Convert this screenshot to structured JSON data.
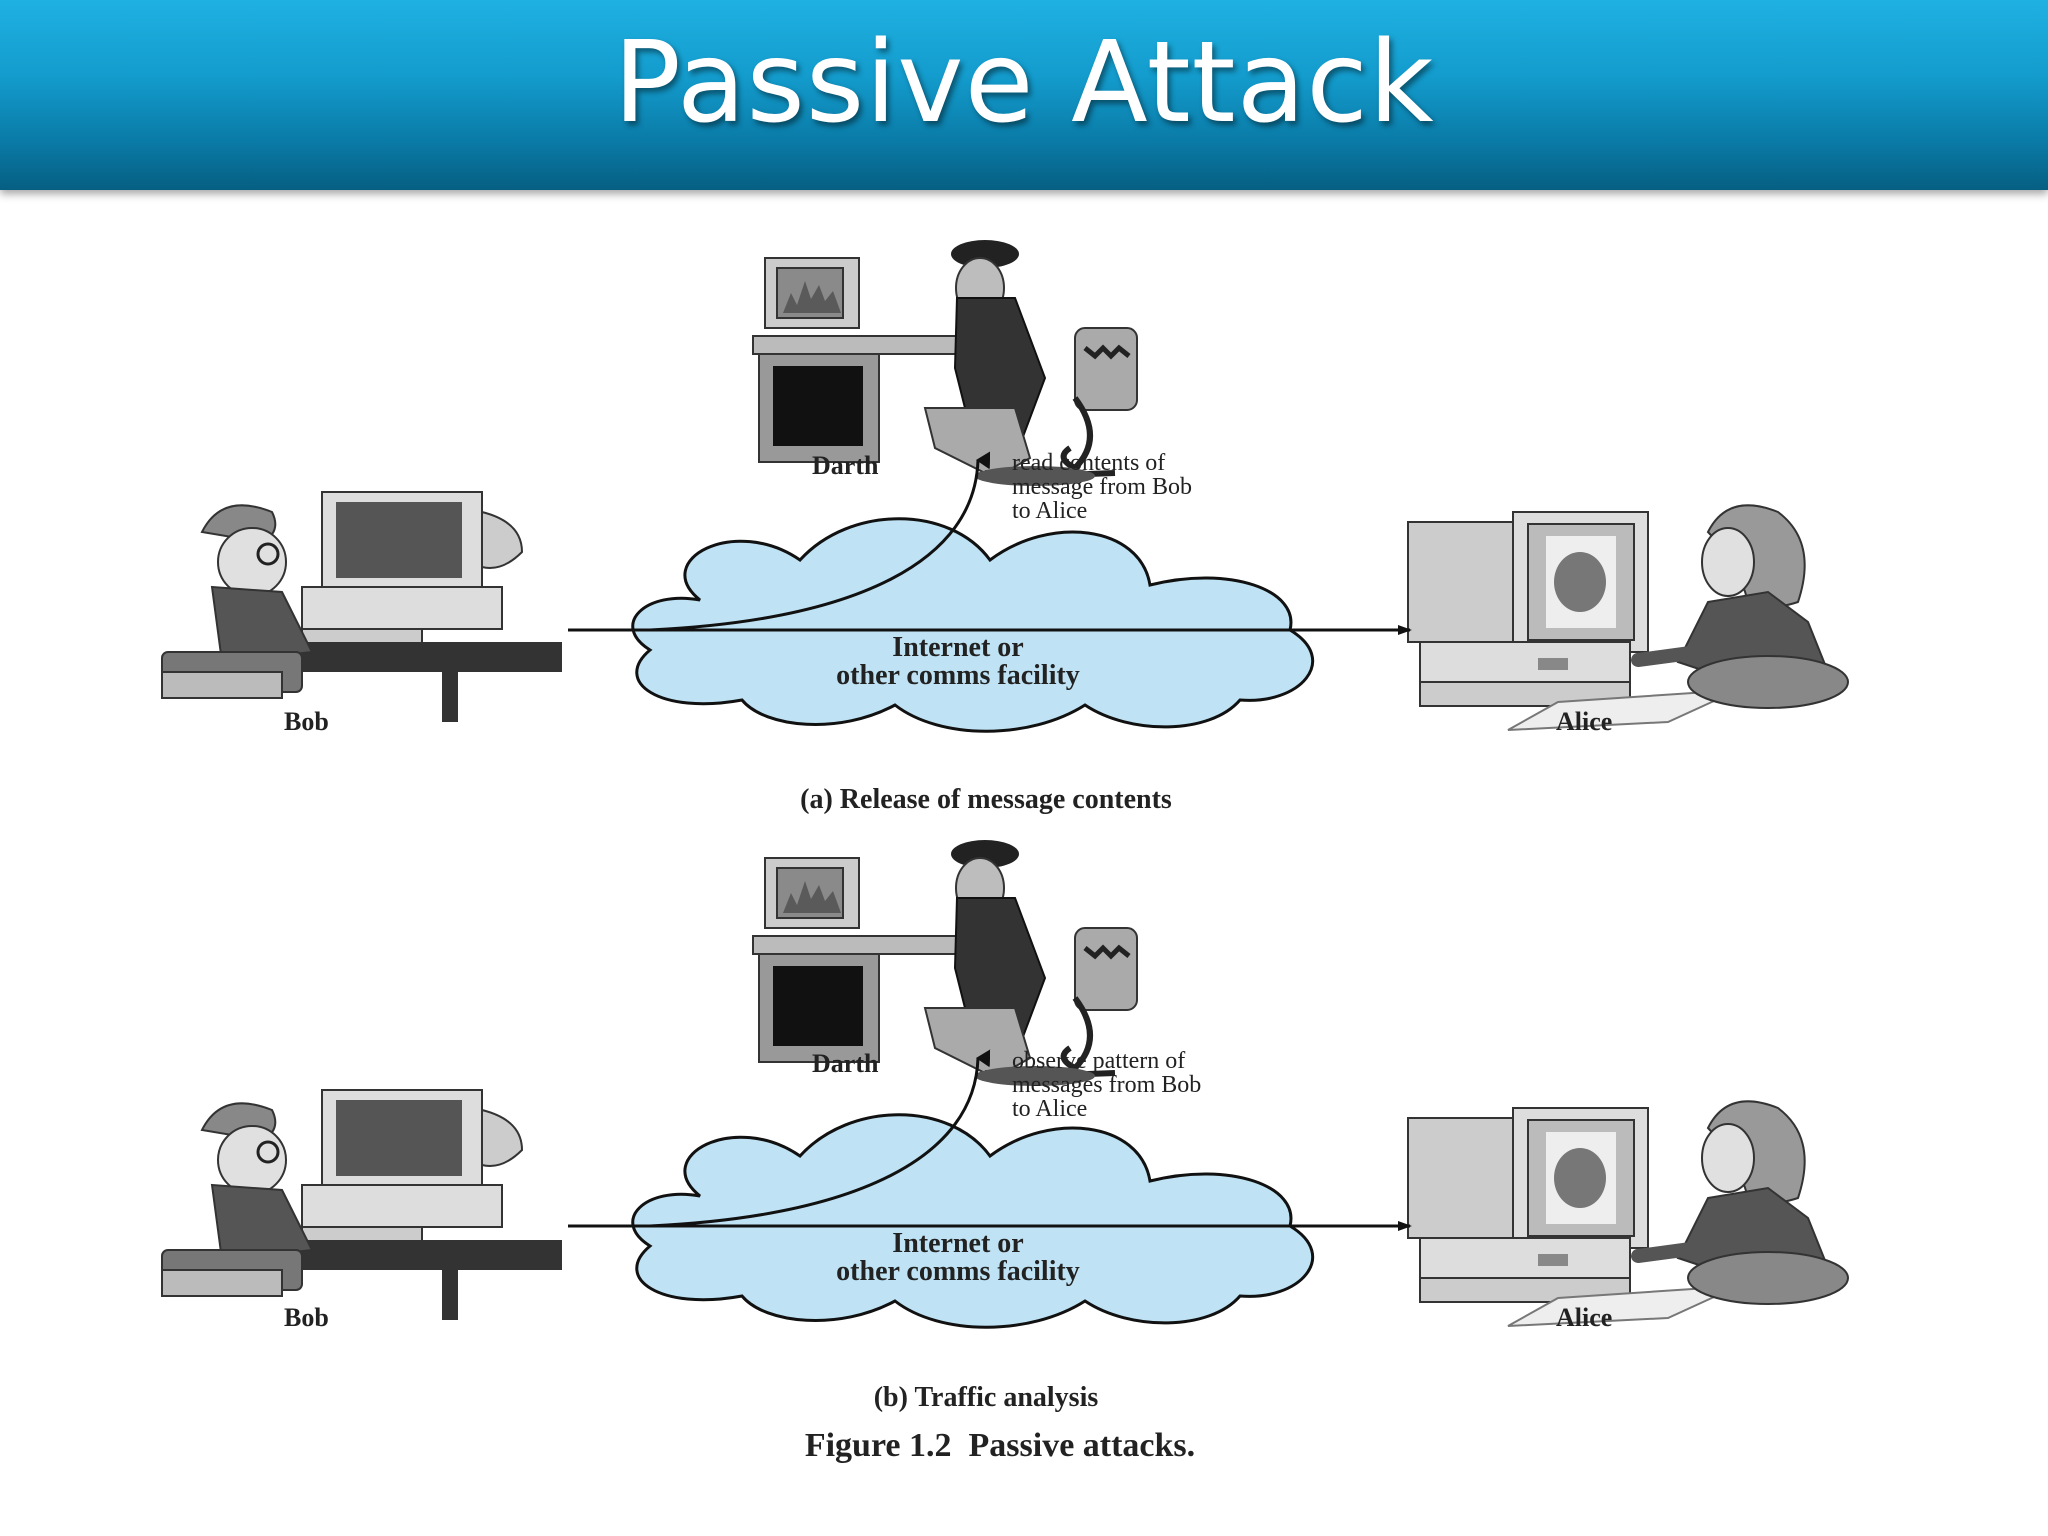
{
  "slide": {
    "title": "Passive Attack"
  },
  "panels": [
    {
      "id": "a",
      "attacker": "Darth",
      "sender": "Bob",
      "receiver": "Alice",
      "network": [
        "Internet or",
        "other comms facility"
      ],
      "annotation": [
        "read contents of",
        "message from Bob",
        "to Alice"
      ],
      "caption": "(a) Release of message contents"
    },
    {
      "id": "b",
      "attacker": "Darth",
      "sender": "Bob",
      "receiver": "Alice",
      "network": [
        "Internet or",
        "other comms facility"
      ],
      "annotation": [
        "observe pattern of",
        "messages from Bob",
        "to Alice"
      ],
      "caption": "(b) Traffic analysis"
    }
  ],
  "figure_caption": "Figure 1.2  Passive attacks.",
  "colors": {
    "title_bar": "#139ccd",
    "cloud": "#bfe3f4"
  }
}
